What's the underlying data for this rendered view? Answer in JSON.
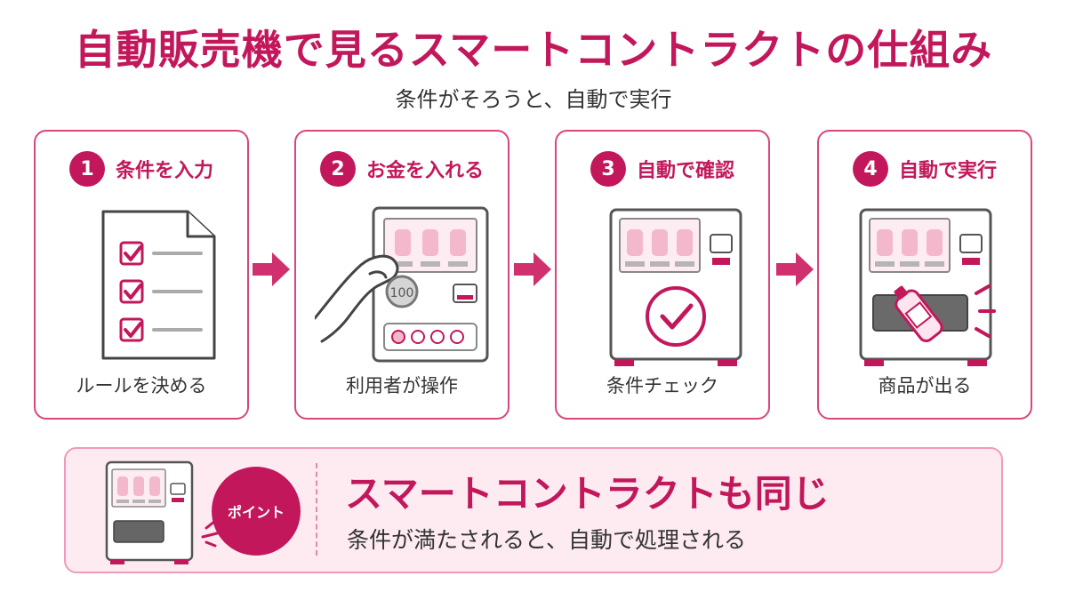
{
  "header": {
    "title": "自動販売機で見るスマートコントラクトの仕組み",
    "subtitle": "条件がそろうと、自動で実行"
  },
  "steps": [
    {
      "number": "1",
      "title": "条件を入力",
      "caption": "ルールを決める",
      "icon": "checklist-document-icon"
    },
    {
      "number": "2",
      "title": "お金を入れる",
      "caption": "利用者が操作",
      "icon": "hand-inserting-coin-icon",
      "coin_label": "100"
    },
    {
      "number": "3",
      "title": "自動で確認",
      "caption": "条件チェック",
      "icon": "vending-machine-check-icon"
    },
    {
      "number": "4",
      "title": "自動で実行",
      "caption": "商品が出る",
      "icon": "vending-machine-dispense-icon"
    }
  ],
  "point": {
    "badge": "ポイント",
    "title": "スマートコントラクトも同じ",
    "subtitle": "条件が満たされると、自動で処理される",
    "icon": "vending-machine-icon"
  },
  "colors": {
    "accent": "#c2185b",
    "border": "#d8467c",
    "light_pink": "#f6c3d5",
    "panel_bg": "#fdebf1"
  }
}
